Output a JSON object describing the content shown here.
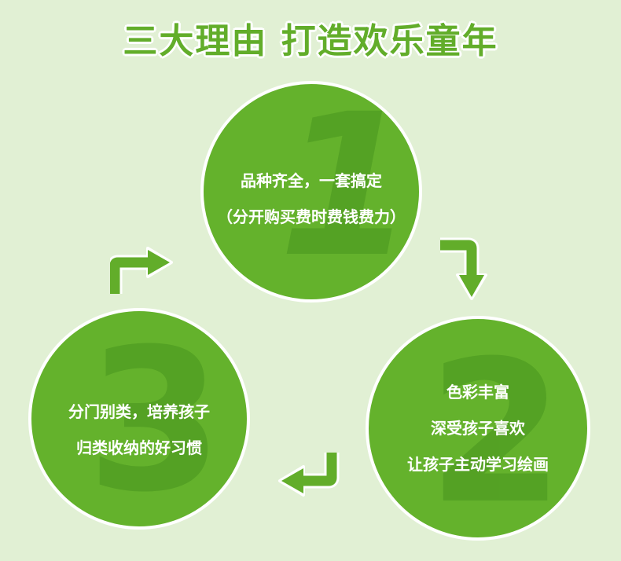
{
  "title": "三大理由  打造欢乐童年",
  "reasons": [
    {
      "number": "1",
      "lines": [
        "品种齐全，一套搞定",
        "（分开购买费时费钱费力）"
      ]
    },
    {
      "number": "2",
      "lines": [
        "色彩丰富",
        "深受孩子喜欢",
        "让孩子主动学习绘画"
      ]
    },
    {
      "number": "3",
      "lines": [
        "分门别类，培养孩子",
        "归类收纳的好习惯"
      ]
    }
  ],
  "colors": {
    "background": "#e1f0d4",
    "circle": "#64b22c",
    "numeral": "#4f9c22",
    "arrow": "#62ad2a",
    "text": "#ffffff"
  },
  "icons": [
    "arrow-right-icon",
    "arrow-down-icon",
    "arrow-left-icon"
  ]
}
